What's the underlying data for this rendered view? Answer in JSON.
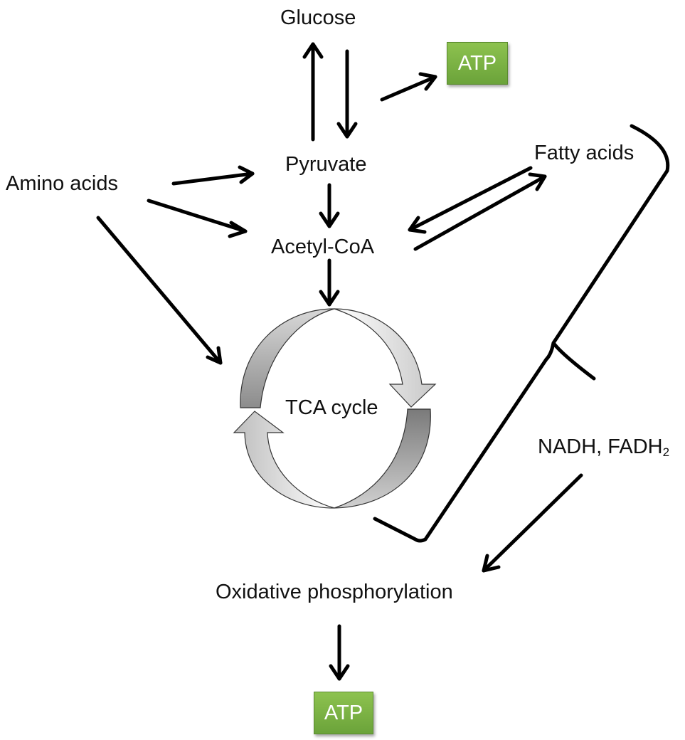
{
  "nodes": {
    "glucose": "Glucose",
    "pyruvate": "Pyruvate",
    "amino_acids": "Amino acids",
    "acetyl_coa": "Acetyl-CoA",
    "fatty_acids": "Fatty acids",
    "tca_cycle": "TCA cycle",
    "nadh_fadh_prefix": "NADH, FADH",
    "nadh_fadh_subscript": "2",
    "oxidative_phosphorylation": "Oxidative phosphorylation",
    "atp_top": "ATP",
    "atp_bottom": "ATP"
  },
  "colors": {
    "atp_box": "#7bb342",
    "arrow": "#000000",
    "cycle_dark": "#8a8a8a",
    "cycle_light": "#f2f2f2"
  }
}
